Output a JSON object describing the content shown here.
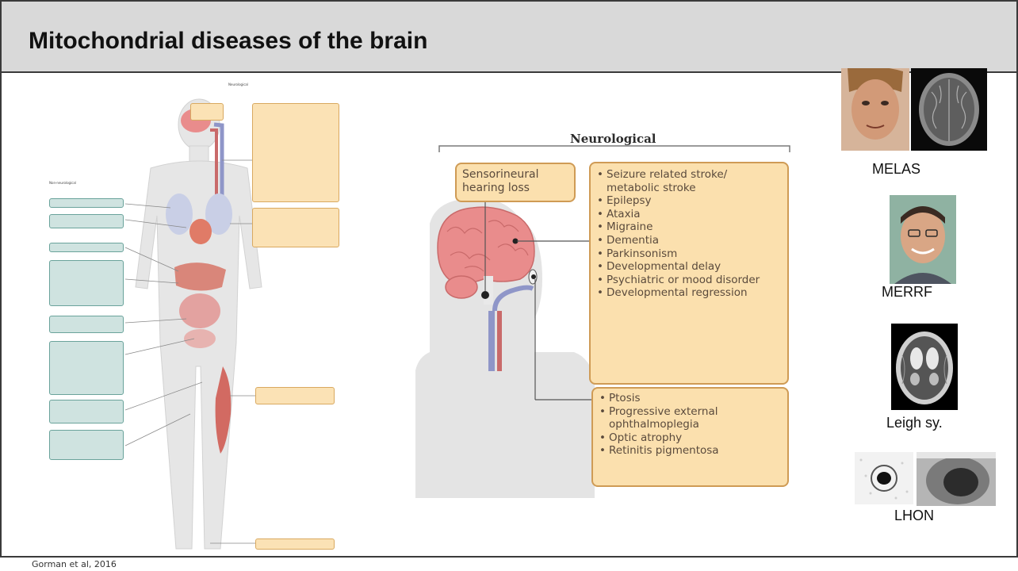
{
  "slide": {
    "title": "Mitochondrial diseases of the brain",
    "citation": "Gorman et al, 2016"
  },
  "body_figure": {
    "heading_neurological": "Neurological",
    "heading_non_neurological": "Non-neurological"
  },
  "neuro_figure": {
    "heading": "Neurological",
    "sensorineural_box": "Sensorineural hearing loss",
    "neuro_items": [
      "Seizure related stroke/ metabolic stroke",
      "Epilepsy",
      "Ataxia",
      "Migraine",
      "Dementia",
      "Parkinsonism",
      "Developmental delay",
      "Psychiatric or mood disorder",
      "Developmental regression"
    ],
    "eye_items": [
      "Ptosis",
      "Progressive external ophthalmoplegia",
      "Optic atrophy",
      "Retinitis pigmentosa"
    ]
  },
  "cases": [
    {
      "label": "MELAS"
    },
    {
      "label": "MERRF"
    },
    {
      "label": "Leigh sy."
    },
    {
      "label": "LHON"
    }
  ],
  "colors": {
    "title_bar": "#d9d9d9",
    "box_orange_fill": "#fbe0ae",
    "box_orange_border": "#cf9b55",
    "box_teal_fill": "#cfe3e0",
    "brain": "#e98c8c",
    "vessel_red": "#c96a6a",
    "vessel_blue": "#8f96c8"
  }
}
